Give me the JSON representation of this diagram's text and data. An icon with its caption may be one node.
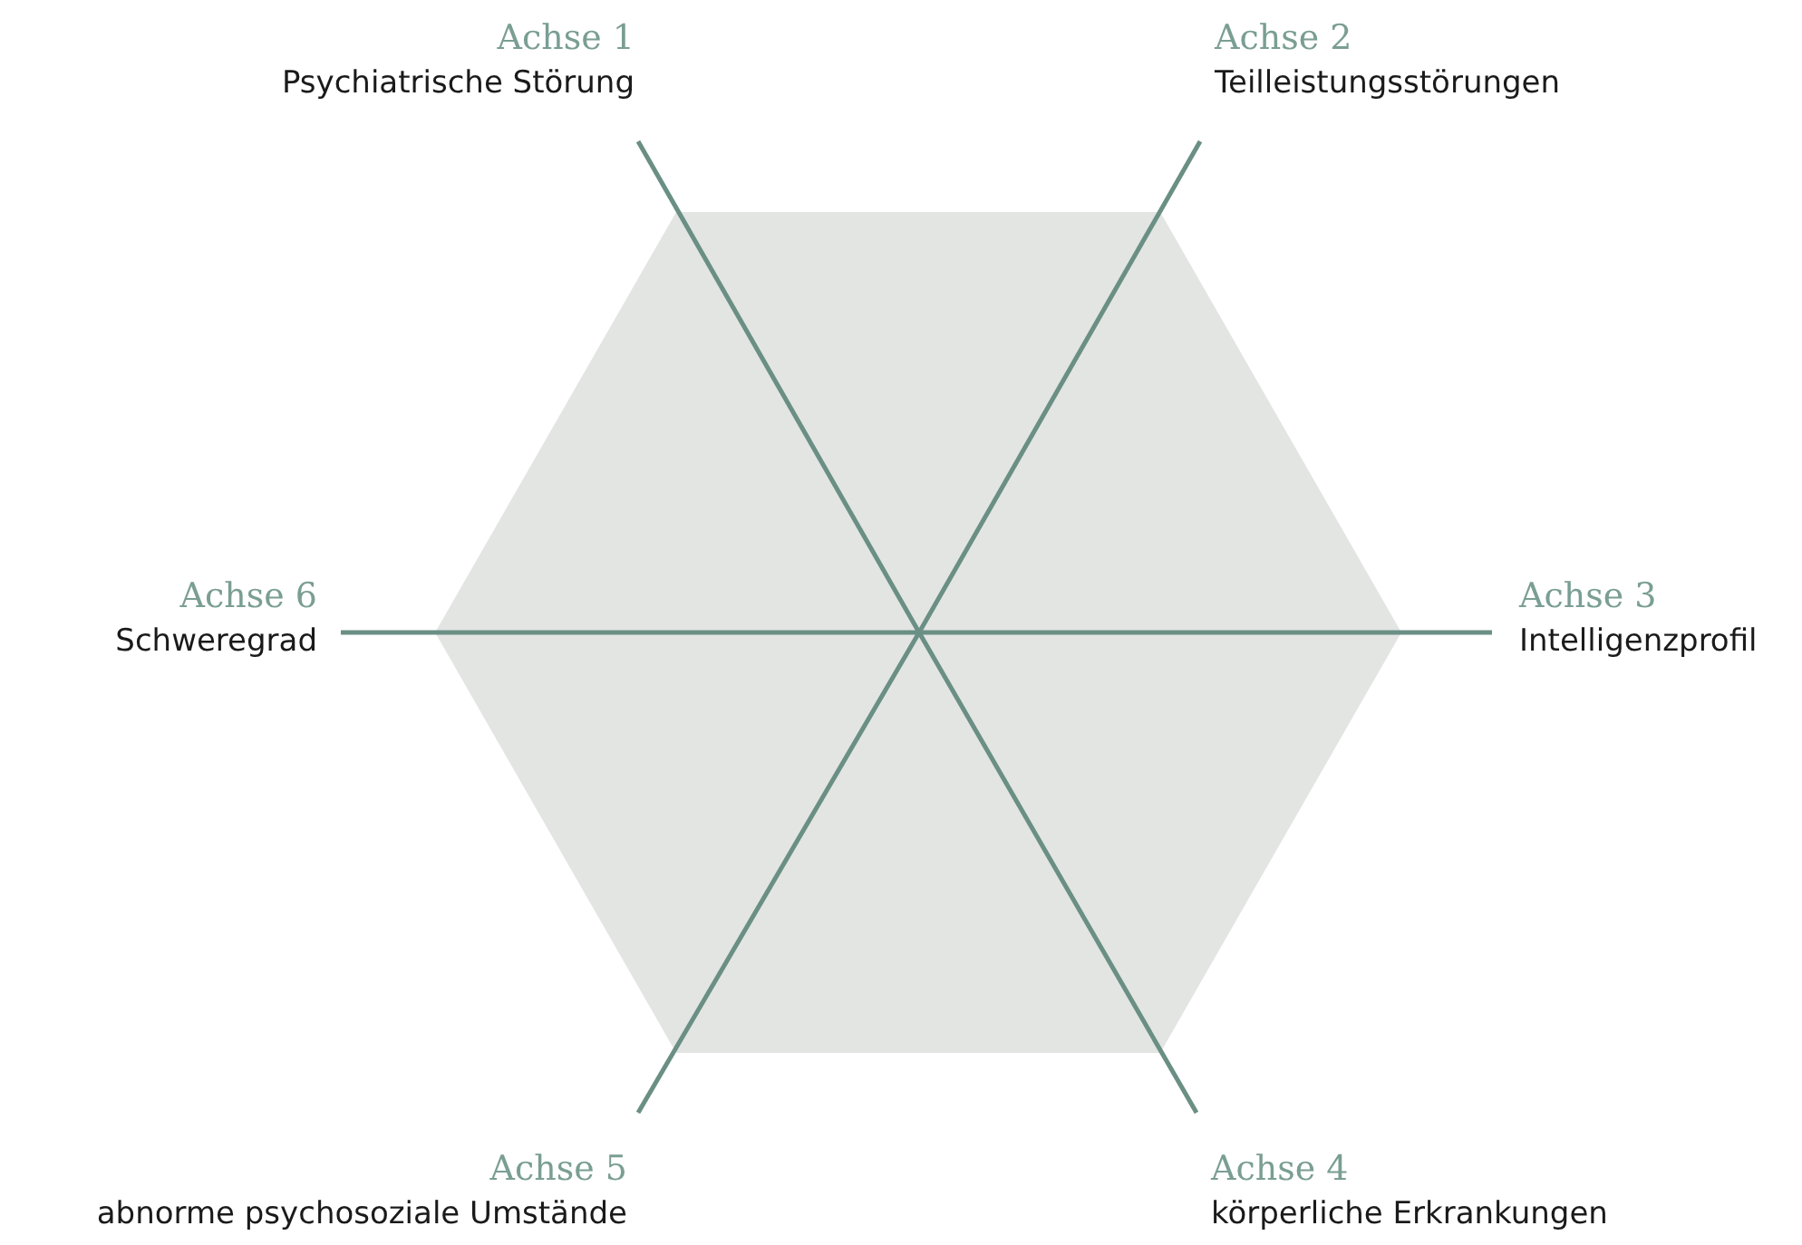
{
  "diagram": {
    "nodes": [
      {
        "text": [
          "Achse 1",
          "Psychiatrische Störung"
        ]
      },
      {
        "text": [
          "Achse 2",
          "Teilleistungsstörungen"
        ]
      },
      {
        "text": [
          "Achse 3",
          "Intelligenzprofil"
        ]
      },
      {
        "text": [
          "Achse 4",
          "körperliche Erkrankungen"
        ]
      },
      {
        "text": [
          "Achse 5",
          "abnorme psychosoziale Umstände"
        ]
      },
      {
        "text": [
          "Achse 6",
          "Schweregrad"
        ]
      },
      {
        "text": [],
        "shape": "hexagon"
      }
    ],
    "edges": [
      {
        "from": 6,
        "to": 0,
        "arrow": "none"
      },
      {
        "from": 6,
        "to": 1,
        "arrow": "none"
      },
      {
        "from": 6,
        "to": 2,
        "arrow": "none"
      },
      {
        "from": 6,
        "to": 3,
        "arrow": "none"
      },
      {
        "from": 6,
        "to": 4,
        "arrow": "none"
      },
      {
        "from": 6,
        "to": 5,
        "arrow": "none"
      }
    ]
  }
}
